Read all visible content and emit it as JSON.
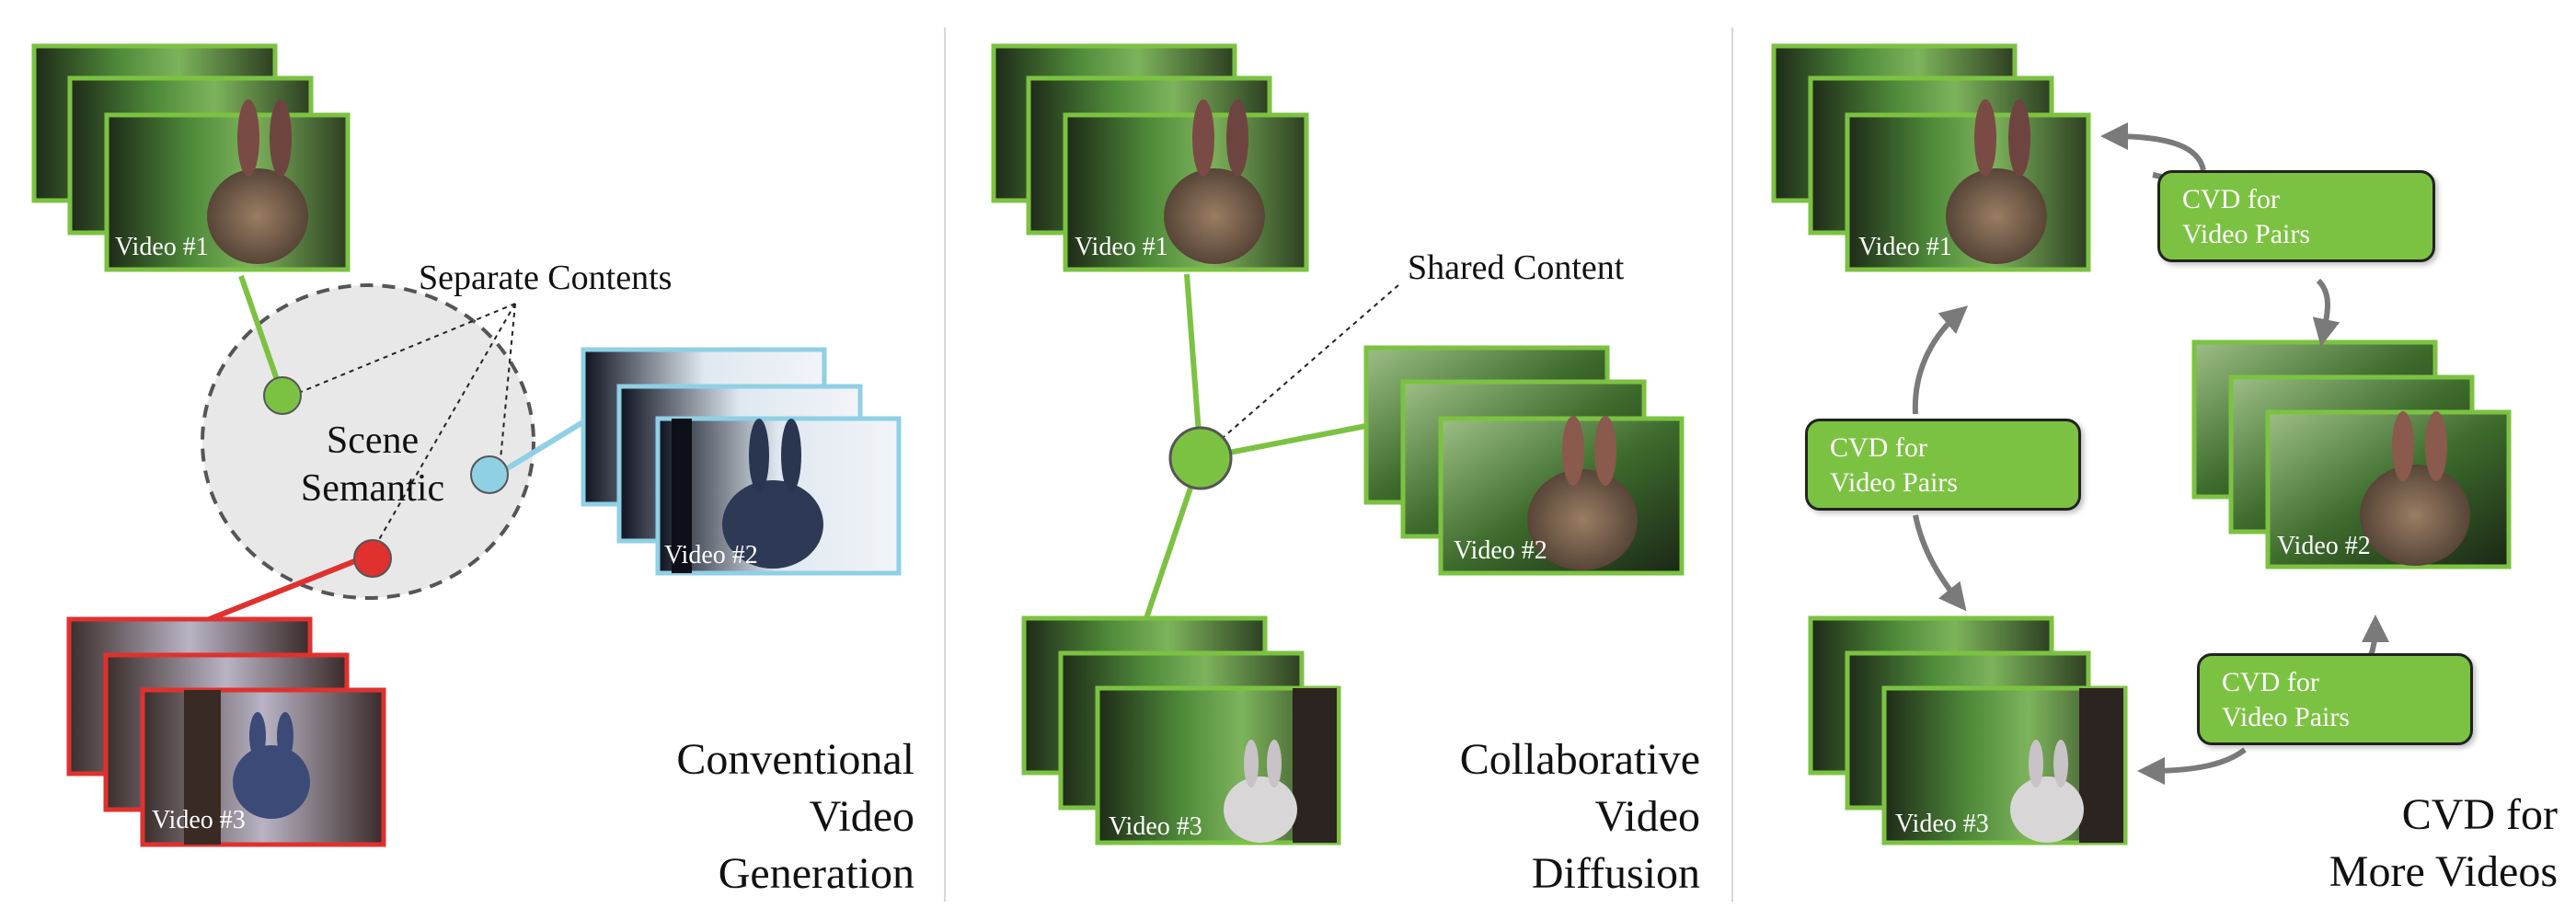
{
  "panels": {
    "conventional": {
      "title_lines": [
        "Conventional",
        "Video",
        "Generation"
      ],
      "separate_contents_label": "Separate Contents",
      "scene_semantic_lines": [
        "Scene",
        "Semantic"
      ]
    },
    "collaborative": {
      "title_lines": [
        "Collaborative",
        "Video",
        "Diffusion"
      ],
      "shared_content_label": "Shared Content"
    },
    "cvd_more": {
      "title_lines": [
        "CVD for",
        "More Videos"
      ],
      "pair_boxes": [
        {
          "lines": [
            "CVD for",
            "Video Pairs"
          ]
        },
        {
          "lines": [
            "CVD for",
            "Video Pairs"
          ]
        },
        {
          "lines": [
            "CVD for",
            "Video Pairs"
          ]
        }
      ]
    }
  },
  "video_labels": {
    "p1_v1": "Video #1",
    "p1_v2": "Video #2",
    "p1_v3": "Video #3",
    "p2_v1": "Video #1",
    "p2_v2": "Video #2",
    "p2_v3": "Video #3",
    "p3_v1": "Video #1",
    "p3_v2": "Video #2",
    "p3_v3": "Video #3"
  },
  "colors": {
    "green": "#7cc242",
    "red": "#e0312f",
    "blue": "#8fd0e4",
    "gray_arrow": "#7a7a7a"
  }
}
